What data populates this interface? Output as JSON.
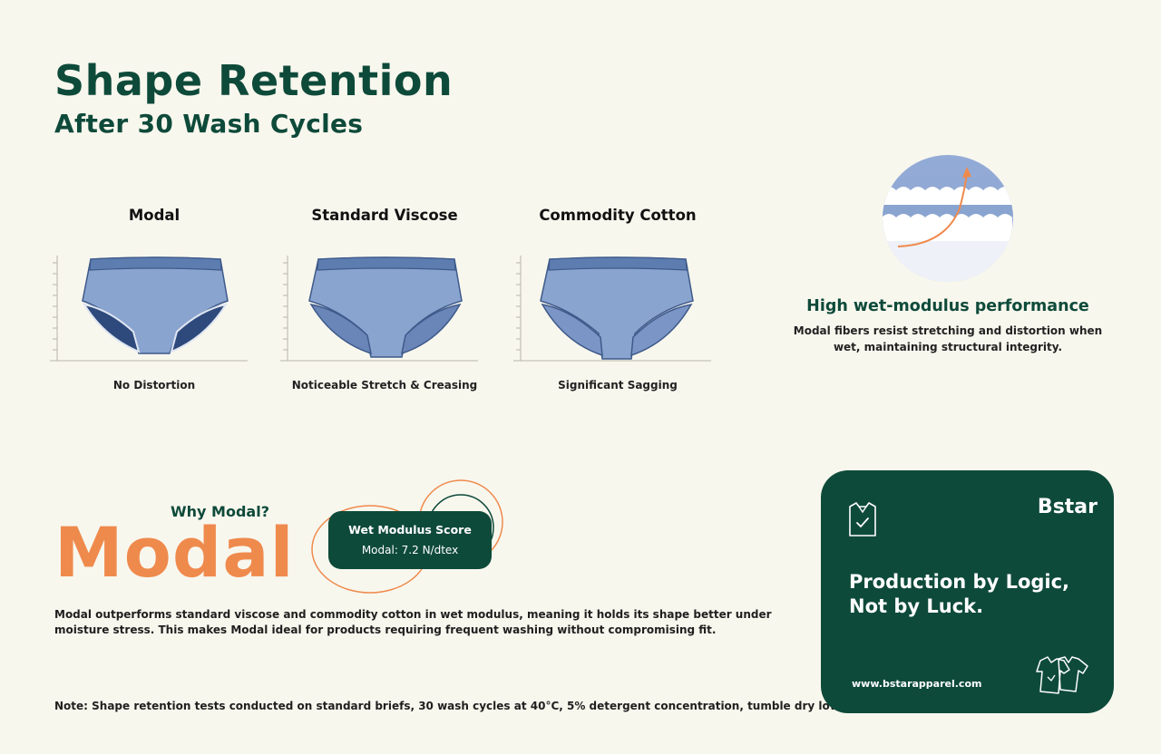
{
  "header": {
    "title": "Shape Retention",
    "subtitle": "After 30 Wash Cycles"
  },
  "comparison": [
    {
      "name": "Modal",
      "caption": "No Distortion"
    },
    {
      "name": "Standard Viscose",
      "caption": "Noticeable Stretch & Creasing"
    },
    {
      "name": "Commodity Cotton",
      "caption": "Significant Sagging"
    }
  ],
  "feature": {
    "heading": "High wet-modulus performance",
    "description": "Modal fibers resist stretching and distortion when wet, maintaining structural integrity.",
    "icon": "fiber-stretch-illustration"
  },
  "why_modal": {
    "question": "Why Modal?",
    "word": "Modal",
    "score_title": "Wet Modulus Score",
    "score_value": "Modal: 7.2 N/dtex",
    "body": "Modal outperforms standard viscose and commodity cotton in wet modulus, meaning it holds its shape better under moisture stress. This makes Modal ideal for products requiring frequent washing without compromising fit."
  },
  "note": "Note: Shape retention tests conducted on standard briefs, 30 wash cycles at 40°C, 5% detergent concentration, tumble dry low.",
  "brand": {
    "name": "Bstar",
    "tagline": "Production by Logic, Not by Luck.",
    "url": "www.bstarapparel.com",
    "icons": [
      "shirt-check-icon",
      "two-shirts-icon"
    ]
  },
  "colors": {
    "background": "#f8f7ee",
    "brand_green": "#0e4a3a",
    "accent_orange": "#ef8a4d",
    "fabric_blue": "#8aa4d0",
    "fabric_band": "#5d7db0",
    "fabric_dark": "#2e4a7c"
  }
}
